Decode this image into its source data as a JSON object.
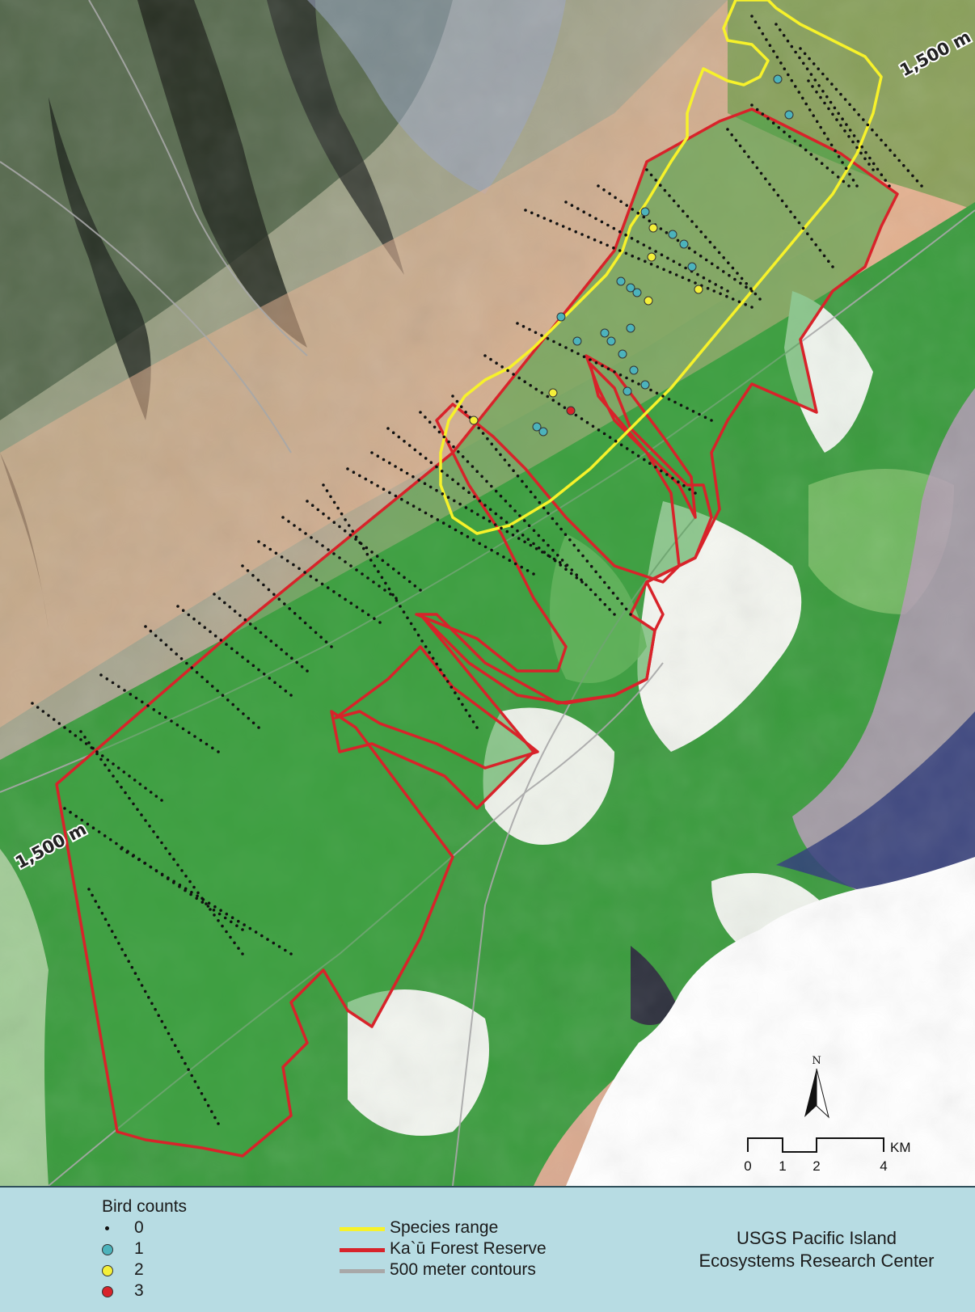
{
  "map": {
    "contour_label_top": "1,500 m",
    "contour_label_left": "1,500 m",
    "north_label": "N",
    "scale_ticks": [
      "0",
      "1",
      "2",
      "4"
    ],
    "scale_unit": "KM"
  },
  "legend": {
    "title": "Bird counts",
    "counts": [
      {
        "label": "0",
        "color": "#111111"
      },
      {
        "label": "1",
        "color": "#4cb3bc"
      },
      {
        "label": "2",
        "color": "#f4f03a"
      },
      {
        "label": "3",
        "color": "#d8232a"
      }
    ],
    "lines": [
      {
        "label": "Species range",
        "color": "#f7f22a"
      },
      {
        "label": "Ka`ū Forest Reserve",
        "color": "#d8232a"
      },
      {
        "label": "500 meter contours",
        "color": "#a8a8a8"
      }
    ]
  },
  "credit": {
    "line1": "USGS Pacific Island",
    "line2": "Ecosystems Research Center"
  }
}
